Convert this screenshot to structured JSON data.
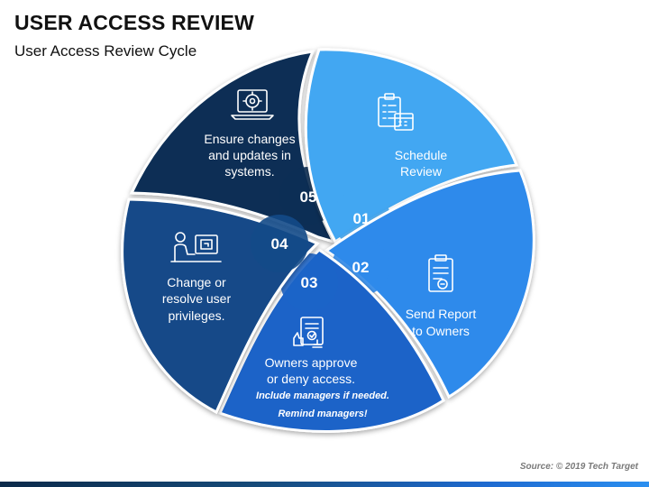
{
  "header": {
    "title": "USER ACCESS REVIEW",
    "subtitle": "User Access Review Cycle"
  },
  "segments": [
    {
      "number": "01",
      "lines": [
        "Schedule",
        "Review"
      ],
      "icon": "schedule-calendar-icon"
    },
    {
      "number": "02",
      "lines": [
        "Send Report",
        "to Owners"
      ],
      "icon": "report-document-icon"
    },
    {
      "number": "03",
      "lines": [
        "Owners approve",
        "or deny access."
      ],
      "notes": [
        "Include managers if needed.",
        "Remind managers!"
      ],
      "icon": "approval-stamp-icon"
    },
    {
      "number": "04",
      "lines": [
        "Change or",
        "resolve user",
        "privileges."
      ],
      "icon": "user-computer-icon"
    },
    {
      "number": "05",
      "lines": [
        "Ensure changes",
        "and updates in",
        "systems."
      ],
      "icon": "laptop-settings-icon"
    }
  ],
  "colors": {
    "seg01": "#42a7f2",
    "seg02": "#2f8aeb",
    "seg03": "#1c64c8",
    "seg04": "#134a88",
    "seg05": "#0c2f55",
    "text": "#ffffff"
  },
  "footer": {
    "source": "Source: © 2019 Tech Target"
  }
}
